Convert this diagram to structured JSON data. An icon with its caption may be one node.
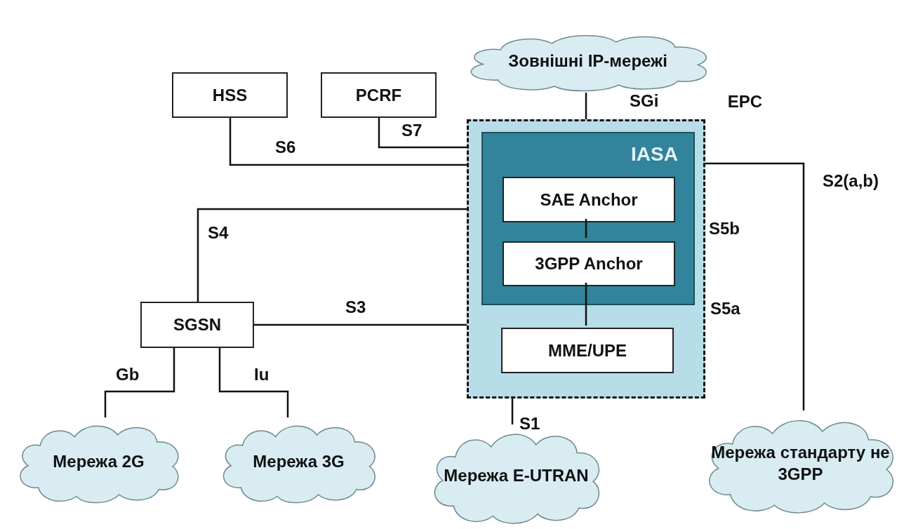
{
  "diagram": {
    "nodes": [
      {
        "text": [
          "Зовнішні IP-мережі"
        ]
      },
      {
        "text": [
          "HSS"
        ]
      },
      {
        "text": [
          "PCRF"
        ]
      },
      {
        "text": [
          "EPC"
        ]
      },
      {
        "text": [
          "IASA"
        ],
        "in": 3
      },
      {
        "text": [
          "SAE Anchor"
        ],
        "in": 4
      },
      {
        "text": [
          "3GPP Anchor"
        ],
        "in": 4
      },
      {
        "text": [
          "MME/UPE"
        ],
        "in": 3
      },
      {
        "text": [
          "SGSN"
        ]
      },
      {
        "text": [
          "Мережа 2G"
        ]
      },
      {
        "text": [
          "Мережа 3G"
        ]
      },
      {
        "text": [
          "Мережа E-UTRAN"
        ]
      },
      {
        "text": [
          "Мережа стандарту не 3GPP"
        ]
      }
    ],
    "edges": [
      {
        "from": 0,
        "to": 3,
        "arrow": "none",
        "label": "SGi"
      },
      {
        "from": 1,
        "to": 3,
        "arrow": "none",
        "label": "S6"
      },
      {
        "from": 2,
        "to": 3,
        "arrow": "none",
        "label": "S7"
      },
      {
        "from": 8,
        "to": 3,
        "arrow": "none",
        "label": "S4"
      },
      {
        "from": 8,
        "to": 3,
        "arrow": "none",
        "label": "S3"
      },
      {
        "from": 3,
        "to": 12,
        "arrow": "none",
        "label": "S2(a,b)"
      },
      {
        "from": 5,
        "to": 6,
        "arrow": "none"
      },
      {
        "from": 6,
        "to": 7,
        "arrow": "none"
      },
      {
        "from": 8,
        "to": 9,
        "arrow": "none",
        "label": "Gb"
      },
      {
        "from": 8,
        "to": 10,
        "arrow": "none",
        "label": "Iu"
      },
      {
        "from": 3,
        "to": 11,
        "arrow": "none",
        "label": "S1"
      }
    ],
    "labels": [
      "S5b",
      "S5a"
    ]
  }
}
